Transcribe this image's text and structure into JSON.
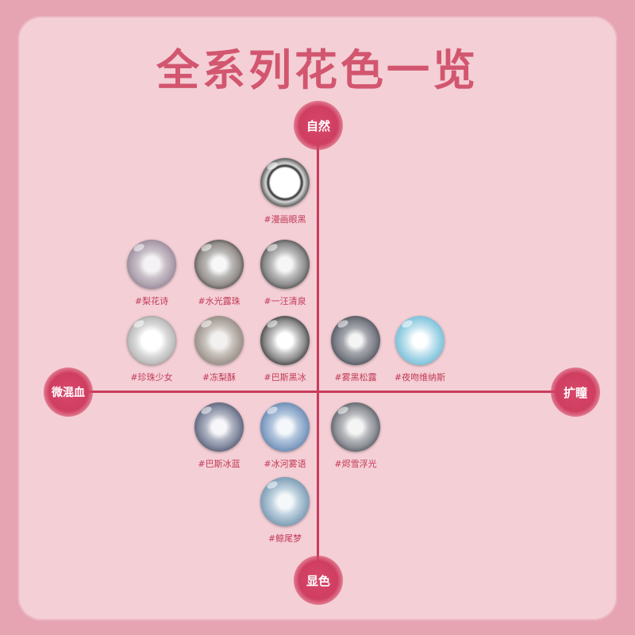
{
  "title": "全系列花色一览",
  "axes": {
    "top": "自然",
    "bottom": "显色",
    "left": "微混血",
    "right": "扩瞳"
  },
  "colors": {
    "accent": "#c93b5c",
    "title": "#d2566f",
    "panel_bg": "#f4cfd6",
    "outer_bg": "#e6a3b1"
  },
  "lenses": [
    {
      "label": "#漫画眼黑"
    },
    {
      "label": "#梨花诗"
    },
    {
      "label": "#水光露珠"
    },
    {
      "label": "#一汪清泉"
    },
    {
      "label": "#珍珠少女"
    },
    {
      "label": "#冻梨酥"
    },
    {
      "label": "#巴斯黑冰"
    },
    {
      "label": "#雾黑松露"
    },
    {
      "label": "#夜吻维纳斯"
    },
    {
      "label": "#巴斯冰蓝"
    },
    {
      "label": "#冰河雾语"
    },
    {
      "label": "#烬雪浮光"
    },
    {
      "label": "#鲸尾梦"
    }
  ]
}
